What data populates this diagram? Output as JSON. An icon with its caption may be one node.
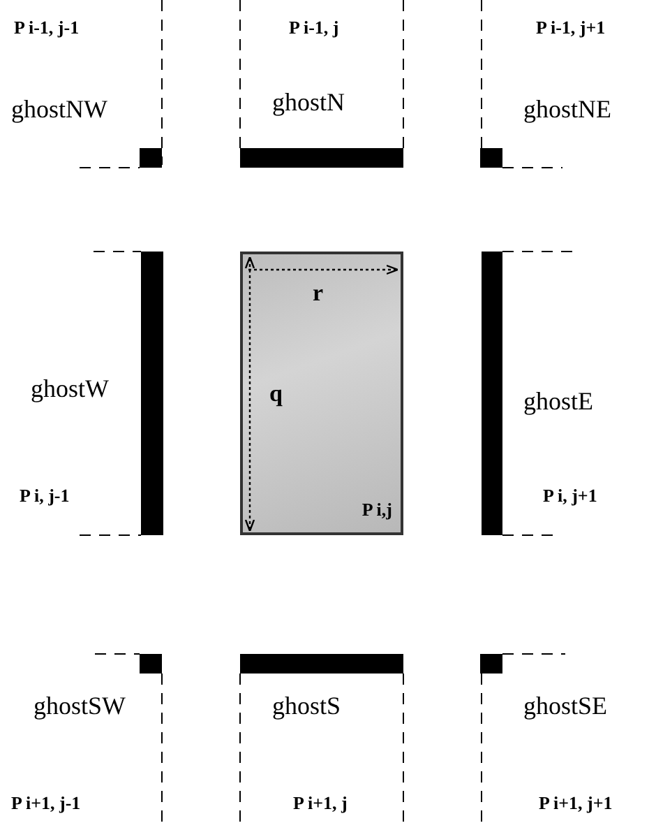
{
  "diagram": {
    "nodes": [
      {
        "text": [
          "P i,j"
        ]
      },
      {
        "text": [],
        "shape": "bar",
        "beside": [
          "ghostNW"
        ]
      },
      {
        "text": [],
        "shape": "bar",
        "beside": [
          "ghostN"
        ]
      },
      {
        "text": [],
        "shape": "bar",
        "beside": [
          "ghostNE"
        ]
      },
      {
        "text": [],
        "shape": "bar",
        "beside": [
          "ghostW"
        ]
      },
      {
        "text": [],
        "shape": "bar",
        "beside": [
          "ghostE"
        ]
      },
      {
        "text": [],
        "shape": "bar",
        "beside": [
          "ghostSW"
        ]
      },
      {
        "text": [],
        "shape": "bar",
        "beside": [
          "ghostS"
        ]
      },
      {
        "text": [],
        "shape": "bar",
        "beside": [
          "ghostSE"
        ]
      }
    ],
    "labels": [
      "P i-1, j-1",
      "P i-1, j",
      "P i-1, j+1",
      "r",
      "q",
      "P i, j-1",
      "P i, j+1",
      "P i+1, j-1",
      "P i+1, j",
      "P i+1, j+1"
    ]
  }
}
